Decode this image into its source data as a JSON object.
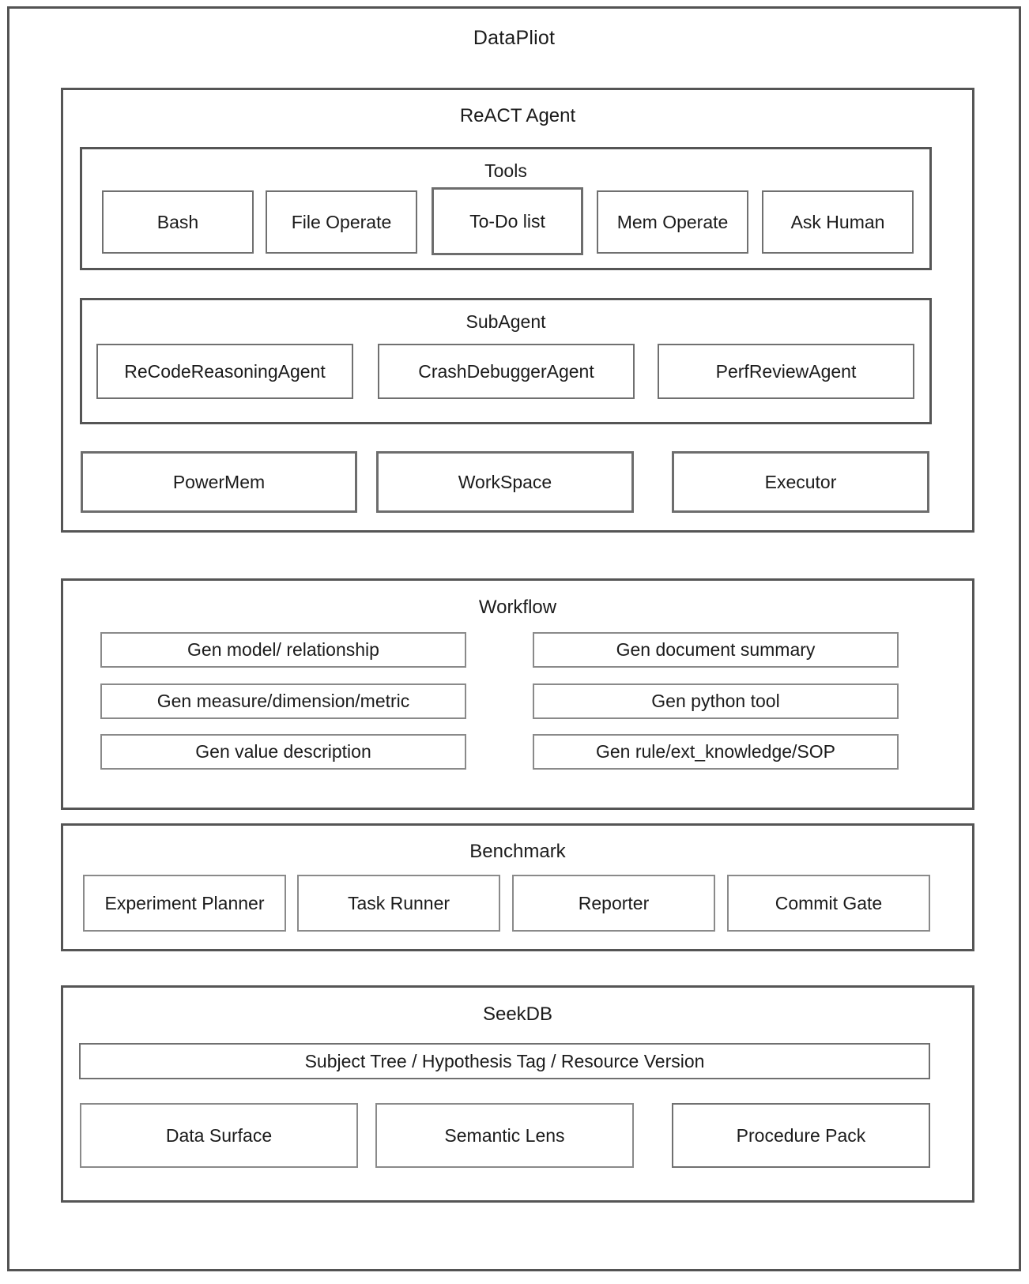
{
  "diagram": {
    "root_title": "DataPliot",
    "sections": [
      {
        "id": "react-agent",
        "title": "ReACT Agent",
        "groups": [
          {
            "id": "tools",
            "title": "Tools",
            "items": [
              "Bash",
              "File Operate",
              "To-Do list",
              "Mem Operate",
              "Ask Human"
            ]
          },
          {
            "id": "subagent",
            "title": "SubAgent",
            "items": [
              "ReCodeReasoningAgent",
              "CrashDebuggerAgent",
              "PerfReviewAgent"
            ]
          }
        ],
        "items": [
          "PowerMem",
          "WorkSpace",
          "Executor"
        ]
      },
      {
        "id": "workflow",
        "title": "Workflow",
        "left_items": [
          "Gen model/ relationship",
          "Gen measure/dimension/metric",
          "Gen value description"
        ],
        "right_items": [
          "Gen document summary",
          "Gen python tool",
          "Gen rule/ext_knowledge/SOP"
        ]
      },
      {
        "id": "benchmark",
        "title": "Benchmark",
        "items": [
          "Experiment Planner",
          "Task Runner",
          "Reporter",
          "Commit Gate"
        ]
      },
      {
        "id": "seekdb",
        "title": "SeekDB",
        "banner": "Subject Tree / Hypothesis Tag / Resource Version",
        "items": [
          "Data Surface",
          "Semantic Lens",
          "Procedure Pack"
        ]
      }
    ]
  },
  "colors": {
    "outer_border": "#535353",
    "panel_border": "#555555",
    "leaf_border": "#8a8a8a",
    "text": "#1b1b1b",
    "background": "#ffffff"
  }
}
